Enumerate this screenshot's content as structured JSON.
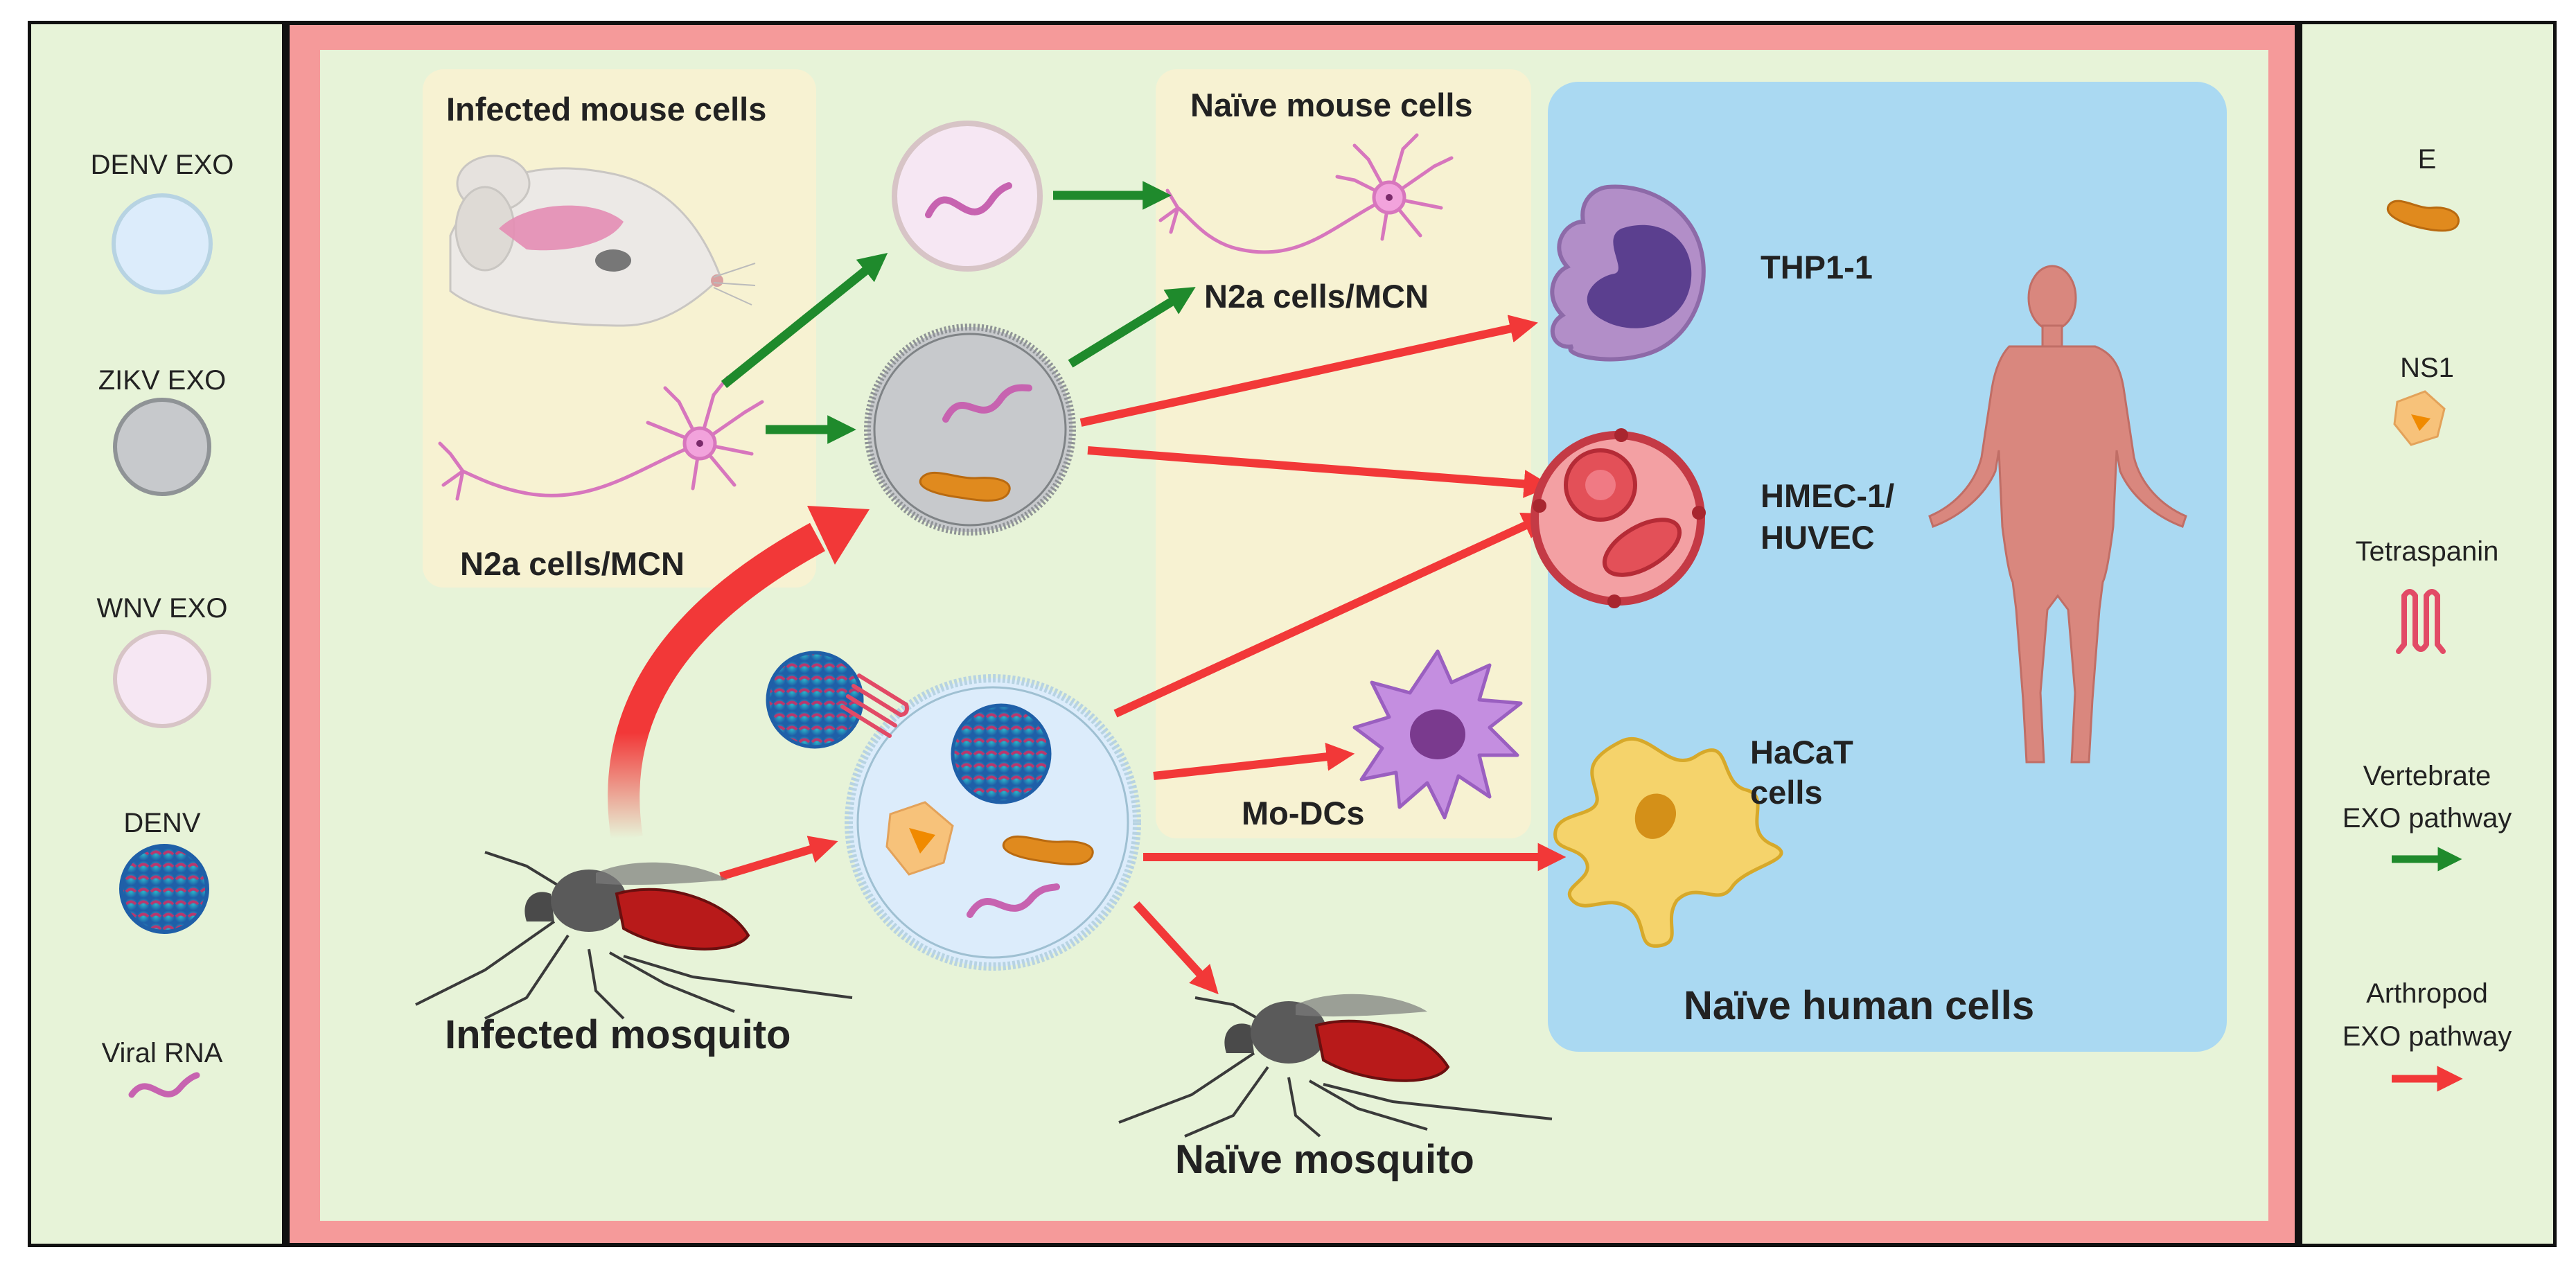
{
  "colors": {
    "panel_green": "#e7f3d8",
    "panel_border": "#111111",
    "center_frame": "#f59a9a",
    "sub_panel_yellow": "#f7f2d2",
    "human_panel_blue": "#aad9f2",
    "vertebrate_arrow": "#1f8a2c",
    "arthropod_arrow": "#f23838",
    "denv_exo": "#dcecfb",
    "zikv_exo": "#c7c9cc",
    "wnv_exo": "#f6e7f3",
    "viral_rna": "#c763b0",
    "envelope": "#e08a1e",
    "ns1": "#f7c27a",
    "tetraspanin": "#e24a66"
  },
  "left_legend": {
    "denv_exo": "DENV EXO",
    "zikv_exo": "ZIKV EXO",
    "wnv_exo": "WNV EXO",
    "denv": "DENV",
    "viral_rna": "Viral RNA"
  },
  "right_legend": {
    "e": "E",
    "ns1": "NS1",
    "tetraspanin": "Tetraspanin",
    "vertebrate_line1": "Vertebrate",
    "vertebrate_line2": "EXO pathway",
    "arthropod_line1": "Arthropod",
    "arthropod_line2": "EXO pathway"
  },
  "main": {
    "infected_mouse_cells": "Infected mouse cells",
    "n2a_infected": "N2a cells/MCN",
    "naive_mouse_cells": "Naïve mouse cells",
    "n2a_naive": "N2a cells/MCN",
    "thp1": "THP1-1",
    "hmec_line1": "HMEC-1/",
    "hmec_line2": "HUVEC",
    "hacat_line1": "HaCaT",
    "hacat_line2": "cells",
    "mo_dcs": "Mo-DCs",
    "naive_human_cells": "Naïve human cells",
    "infected_mosquito": "Infected mosquito",
    "naive_mosquito": "Naïve mosquito"
  }
}
